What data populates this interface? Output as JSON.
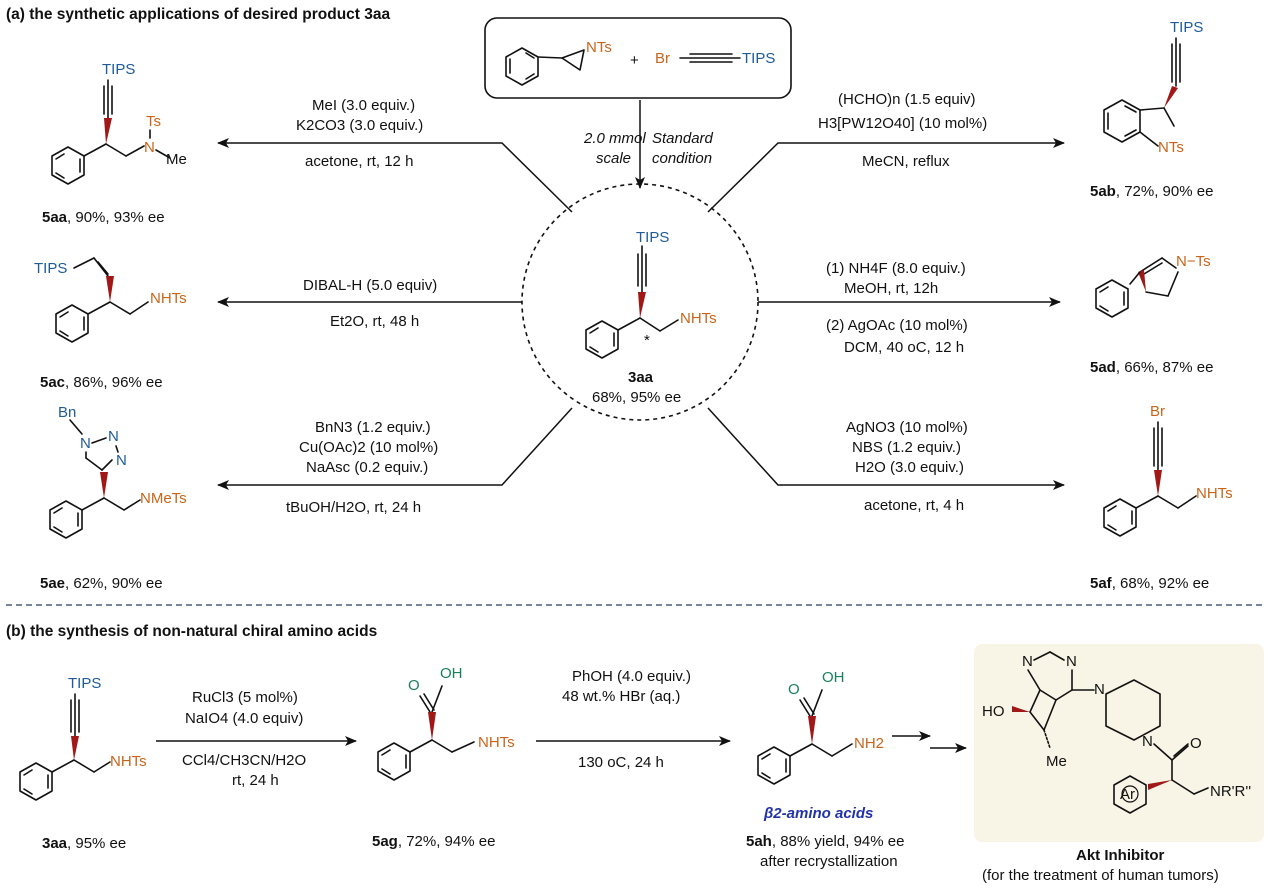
{
  "section_a": {
    "heading": "(a) the synthetic applications of desired product 3aa",
    "top_reaction": {
      "reagent_1_group": "NTs",
      "plus": "+",
      "reagent_2_left": "Br",
      "reagent_2_right": "TIPS",
      "left_condition_1": "2.0 mmol",
      "left_condition_2": "scale",
      "right_condition_1": "Standard",
      "right_condition_2": "condition"
    },
    "center": {
      "tips": "TIPS",
      "nhts": "NHTs",
      "star": "*",
      "name": "3aa",
      "yield": "68%, 95% ee"
    },
    "p5aa": {
      "tips": "TIPS",
      "ts": "Ts",
      "n": "N",
      "me": "Me",
      "cond_top_1": "MeI (3.0 equiv.)",
      "cond_top_2": "K2CO3 (3.0 equiv.)",
      "cond_bottom": "acetone, rt, 12 h",
      "name": "5aa",
      "yield": ", 90%, 93% ee"
    },
    "p5ab": {
      "tips": "TIPS",
      "nts": "NTs",
      "cond_top_1": "(HCHO)n (1.5 equiv)",
      "cond_top_2": "H3[PW12O40] (10 mol%)",
      "cond_bottom": "MeCN, reflux",
      "name": "5ab",
      "yield": ", 72%, 90% ee"
    },
    "p5ac": {
      "tips": "TIPS",
      "nhts": "NHTs",
      "cond_top": "DIBAL-H (5.0 equiv)",
      "cond_bottom": "Et2O, rt, 48 h",
      "name": "5ac",
      "yield": ", 86%, 96% ee"
    },
    "p5ad": {
      "nts": "N−Ts",
      "cond_1": "(1) NH4F (8.0 equiv.)",
      "cond_2": "MeOH, rt, 12h",
      "cond_3": "(2) AgOAc (10 mol%)",
      "cond_4": "DCM, 40 oC, 12 h",
      "name": "5ad",
      "yield": ", 66%, 87% ee"
    },
    "p5ae": {
      "bn": "Bn",
      "n1": "N",
      "n2": "N",
      "n3": "N",
      "nmets": "NMeTs",
      "cond_1": "BnN3 (1.2 equiv.)",
      "cond_2": "Cu(OAc)2 (10 mol%)",
      "cond_3": "NaAsc (0.2 equiv.)",
      "cond_4": "tBuOH/H2O, rt, 24 h",
      "name": "5ae",
      "yield": ", 62%, 90% ee"
    },
    "p5af": {
      "br": "Br",
      "nhts": "NHTs",
      "cond_1": "AgNO3 (10 mol%)",
      "cond_2": "NBS (1.2 equiv.)",
      "cond_3": "H2O (3.0 equiv.)",
      "cond_4": "acetone, rt, 4 h",
      "name": "5af",
      "yield": ", 68%, 92% ee"
    }
  },
  "section_b": {
    "heading": "(b) the synthesis of non-natural chiral amino acids",
    "s3aa": {
      "tips": "TIPS",
      "nhts": "NHTs",
      "name": "3aa",
      "yield": ", 95% ee"
    },
    "step1": {
      "cond_1": "RuCl3 (5 mol%)",
      "cond_2": "NaIO4 (4.0 equiv)",
      "cond_3": "CCl4/CH3CN/H2O",
      "cond_4": "rt, 24 h"
    },
    "p5ag": {
      "o": "O",
      "oh": "OH",
      "nhts": "NHTs",
      "name": "5ag",
      "yield": ", 72%, 94% ee"
    },
    "step2": {
      "cond_1": "PhOH (4.0 equiv.)",
      "cond_2": "48 wt.% HBr (aq.)",
      "cond_3": "130 oC, 24 h"
    },
    "p5ah": {
      "o": "O",
      "oh": "OH",
      "nh2": "NH2",
      "class_label": "β2-amino acids",
      "name": "5ah",
      "yield": ", 88% yield, 94% ee",
      "note": "after recrystallization"
    },
    "akt": {
      "ho": "HO",
      "n1": "N",
      "n2": "N",
      "n3": "N",
      "n4": "N",
      "o": "O",
      "me": "Me",
      "ar": "Ar",
      "nrr": "NR'R''",
      "title": "Akt Inhibitor",
      "subtitle": "(for the treatment of human tumors)"
    }
  },
  "colors": {
    "tips_blue": "#1f5b99",
    "amine_orange": "#c8651b",
    "acid_green": "#1b7f5f",
    "label_navy": "#2233aa",
    "wedge_red": "#a01818",
    "panel_bg": "#f8f5e6"
  }
}
